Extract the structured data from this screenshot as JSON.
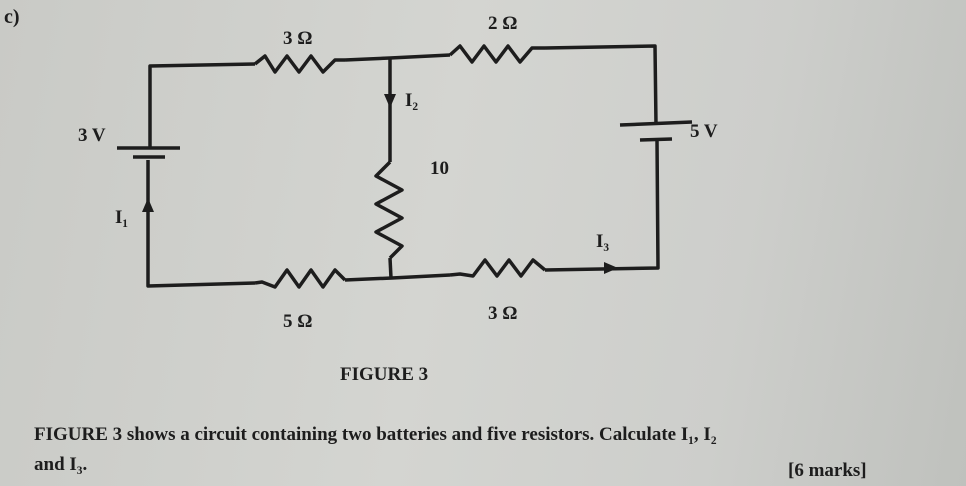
{
  "question_label": "c)",
  "figure": {
    "caption": "FIGURE 3",
    "labels": {
      "r_top_left": "3 Ω",
      "r_top_right": "2 Ω",
      "r_middle": "10",
      "r_bottom_left": "5 Ω",
      "r_bottom_right": "3 Ω",
      "battery_left": "3 V",
      "battery_right": "5 V",
      "current_1": "I₁",
      "current_2": "I₂",
      "current_3": "I₃"
    }
  },
  "question": {
    "line1": "FIGURE 3 shows a circuit containing two batteries and five resistors. Calculate I₁, I₂",
    "line2": "and I₃.",
    "marks": "[6 marks]"
  }
}
